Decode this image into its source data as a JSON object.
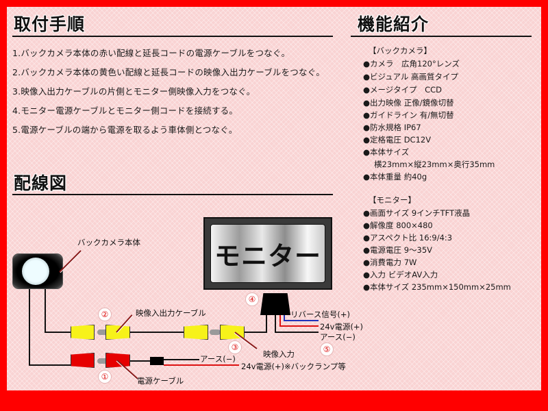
{
  "install": {
    "title": "取付手順",
    "steps": [
      "1.バックカメラ本体の赤い配線と延長コードの電源ケーブルをつなぐ。",
      "2.バックカメラ本体の黄色い配線と延長コードの映像入出力ケーブルをつなぐ。",
      "3.映像入出力ケーブルの片側とモニター側映像入力をつなぐ。",
      "4.モニター電源ケーブルとモニター側コードを接続する。",
      "5.電源ケーブルの端から電源を取るよう車体側とつなぐ。"
    ]
  },
  "features": {
    "title": "機能紹介",
    "camera": {
      "heading": "【バックカメラ】",
      "items": [
        "●カメラ　広角120°レンズ",
        "●ビジュアル 高画質タイプ",
        "●メージタイプ　CCD",
        "●出力映像 正像/鏡像切替",
        "●ガイドライン 有/無切替",
        "●防水規格 IP67",
        "●定格電圧 DC12V",
        "●本体サイズ",
        "横23mm×縦23mm×奥行35mm",
        "●本体重量 約40g"
      ]
    },
    "monitor": {
      "heading": "【モニター】",
      "items": [
        "●画面サイズ 9インチTFT液晶",
        "●解像度 800×480",
        "●アスペクト比 16:9/4:3",
        "●電源電圧 9～35V",
        "●消費電力 7W",
        "●入力 ビデオAV入力",
        "●本体サイズ 235mm×150mm×25mm"
      ]
    }
  },
  "wiring": {
    "title": "配線図",
    "monitor_label": "モニター",
    "labels": {
      "camera_body": "バックカメラ本体",
      "video_cable": "映像入出力ケーブル",
      "power_cable": "電源ケーブル",
      "video_input": "映像入力",
      "reverse_signal": "リバース信号(+)",
      "power_24v": "24v電源(+)",
      "ground": "アース(−)",
      "ground_left": "アース(−)",
      "power_24v_backlamp": "24v電源(+)※バックランプ等"
    },
    "numbers": [
      "①",
      "②",
      "③",
      "④",
      "⑤"
    ],
    "colors": {
      "border": "#ff0000",
      "yellow_connector": "#f7f21a",
      "red_connector": "#e60000",
      "reverse_wire": "#2233bb",
      "power_wire": "#dd1111",
      "ground_wire": "#111111"
    }
  }
}
